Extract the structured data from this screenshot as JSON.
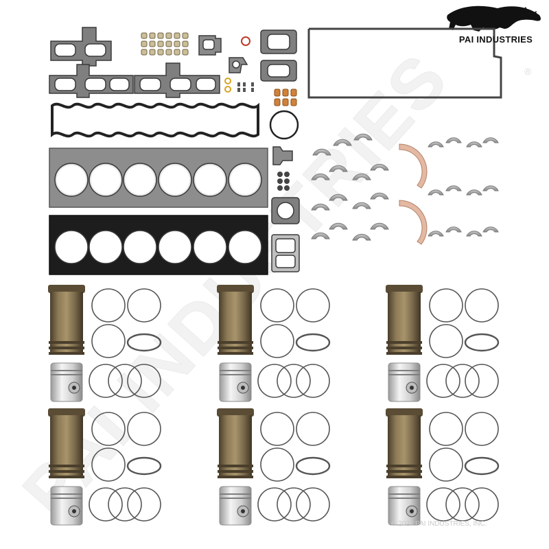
{
  "brand": {
    "logo_text": "PAI INDUSTRIES",
    "registered_mark": "®",
    "watermark": "PAI INDUSTRIES",
    "copyright": "© 2023 PAI INDUSTRIES, INC."
  },
  "colors": {
    "gasket_gray": "#8a8a8a",
    "gasket_outline": "#3a3a3a",
    "liner_bronze": "#7a6a4c",
    "bearing_copper": "#e3b9a3",
    "piston_silver": "#d7d7d7",
    "ring_gray": "#555555",
    "watermark_gray": "#e6e6e6"
  },
  "scene": {
    "description_icons": [
      "panther-logo-icon",
      "gasket-set-icon",
      "cylinder-liner-icon",
      "piston-icon",
      "piston-ring-icon",
      "bearing-shell-icon",
      "thrust-washer-icon"
    ]
  }
}
